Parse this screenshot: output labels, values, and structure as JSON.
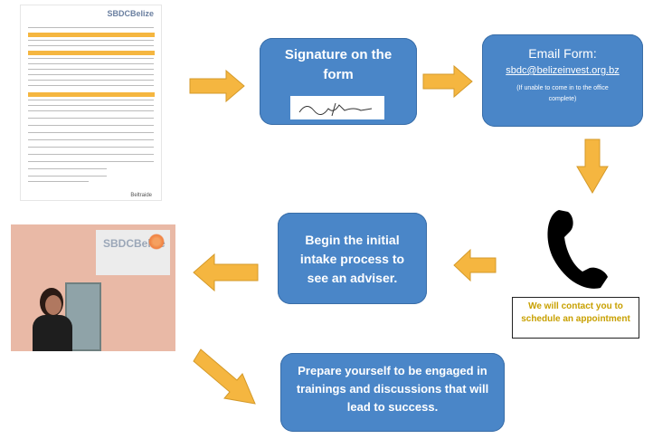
{
  "step_signature": {
    "title": "Signature on the form"
  },
  "step_email": {
    "title": "Email Form:",
    "email": "sbdc@belizeinvest.org.bz",
    "note": "(If unable to come in to the office complete)"
  },
  "callout": {
    "text": "We will contact you to schedule an appointment"
  },
  "step_intake": {
    "text": "Begin the initial intake process to see an adviser."
  },
  "step_prepare": {
    "text": "Prepare yourself to be engaged in trainings and discussions that will lead to success."
  },
  "form_thumbnail": {
    "logo": "SBDCBelize",
    "footer_logo": "Beltraide"
  },
  "photo": {
    "sign_text": "SBDCBelize"
  },
  "colors": {
    "box_blue": "#4a86c8",
    "arrow_orange": "#f5b640",
    "callout_text": "#c8a000"
  }
}
